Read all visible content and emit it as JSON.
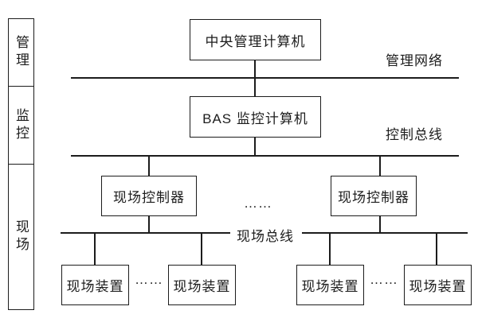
{
  "sidebar": {
    "layers": [
      {
        "label": "管理"
      },
      {
        "label": "监控"
      },
      {
        "label": "现场"
      }
    ]
  },
  "nodes": {
    "central_computer": "中央管理计算机",
    "bas_computer": "BAS 监控计算机",
    "controllers": [
      "现场控制器",
      "现场控制器"
    ],
    "devices": [
      "现场装置",
      "现场装置",
      "现场装置",
      "现场装置"
    ]
  },
  "buses": {
    "management_network": "管理网络",
    "control_bus": "控制总线",
    "field_bus": "现场总线"
  },
  "ellipsis": {
    "controllers": "……",
    "devices_left": "……",
    "devices_right": "……"
  },
  "colors": {
    "line": "#1c1c1c",
    "background": "#ffffff"
  }
}
